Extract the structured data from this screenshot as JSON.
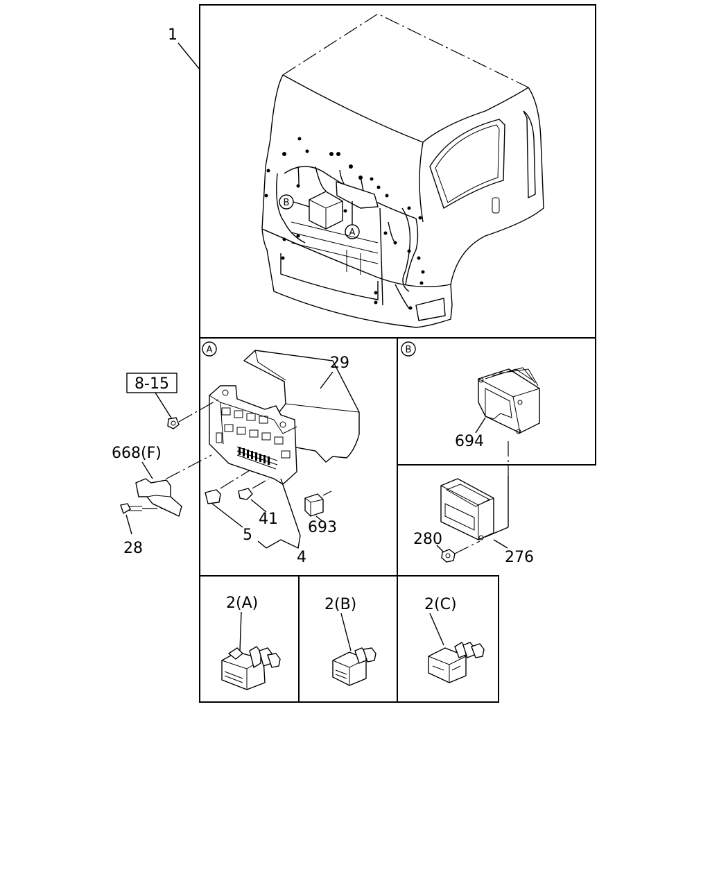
{
  "labels": {
    "cab": "1",
    "fuse_box_cover": "29",
    "ref_box": "8-15",
    "bracket": "668(F)",
    "bolt": "28",
    "fuse": "41",
    "fuse_puller": "5",
    "fuse_box_assembly": "4",
    "relay": "693",
    "module_bracket": "694",
    "nut": "280",
    "control_unit": "276",
    "relay_a": "2(A)",
    "relay_b": "2(B)",
    "relay_c": "2(C)"
  },
  "callouts": {
    "a": "A",
    "b": "B"
  }
}
